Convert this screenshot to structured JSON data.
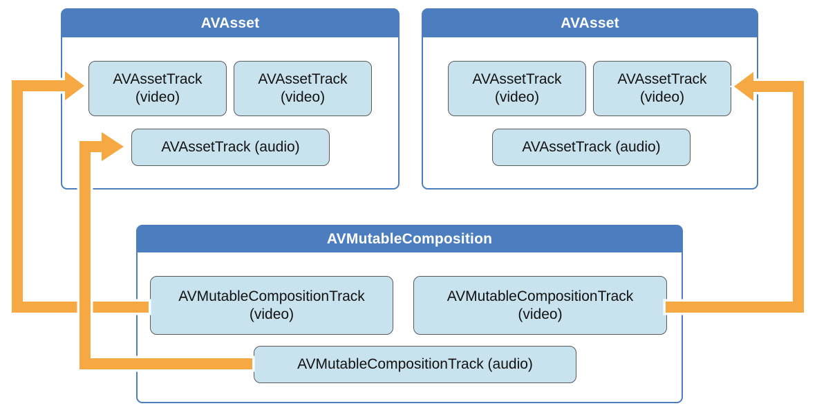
{
  "diagram": {
    "type": "block-diagram",
    "title_context": "AVMutableComposition combining tracks from two AVAssets",
    "colors": {
      "header_blue": "#4C7DBE",
      "panel_border": "#4C7DBE",
      "track_fill": "#C8E3ED",
      "track_border": "#59595B",
      "connector_orange": "#F6A843",
      "connector_halo": "#FFFFFF",
      "title_text": "#FFFFFF",
      "track_text": "#111111",
      "canvas_bg": "#FFFFFF"
    },
    "panels": [
      {
        "title": "AVAsset",
        "position": "top-left",
        "tracks": [
          {
            "label": "AVAssetTrack",
            "sublabel": "(video)"
          },
          {
            "label": "AVAssetTrack",
            "sublabel": "(video)"
          },
          {
            "label": "AVAssetTrack (audio)"
          }
        ]
      },
      {
        "title": "AVAsset",
        "position": "top-right",
        "tracks": [
          {
            "label": "AVAssetTrack",
            "sublabel": "(video)"
          },
          {
            "label": "AVAssetTrack",
            "sublabel": "(video)"
          },
          {
            "label": "AVAssetTrack (audio)"
          }
        ]
      },
      {
        "title": "AVMutableComposition",
        "position": "bottom-center",
        "tracks": [
          {
            "label": "AVMutableCompositionTrack",
            "sublabel": "(video)"
          },
          {
            "label": "AVMutableCompositionTrack",
            "sublabel": "(video)"
          },
          {
            "label": "AVMutableCompositionTrack (audio)"
          }
        ]
      }
    ],
    "connectors": [
      {
        "from": "AVMutableCompositionTrack (video) left",
        "to": "left AVAsset / AVAssetTrack (video) #1",
        "route": "left-then-up"
      },
      {
        "from": "AVMutableCompositionTrack (audio)",
        "to": "left AVAsset / AVAssetTrack (audio)",
        "route": "left-then-up"
      },
      {
        "from": "AVMutableCompositionTrack (video) right",
        "to": "right AVAsset / AVAssetTrack (video) #2",
        "route": "right-then-up"
      }
    ]
  }
}
